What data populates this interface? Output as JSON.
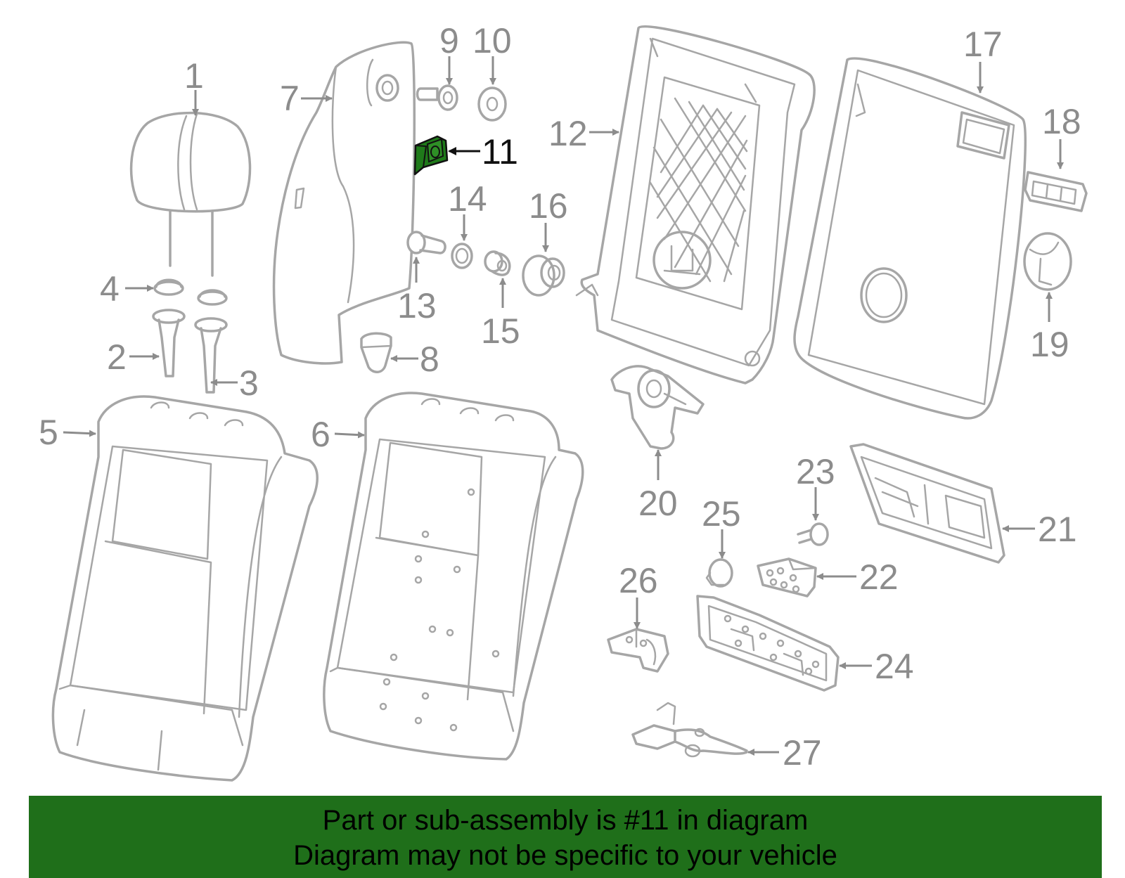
{
  "diagram": {
    "highlight_color": "#1f7a1a",
    "line_color": "#a6a6a6",
    "callouts": [
      "1",
      "2",
      "3",
      "4",
      "5",
      "6",
      "7",
      "8",
      "9",
      "10",
      "11",
      "12",
      "13",
      "14",
      "15",
      "16",
      "17",
      "18",
      "19",
      "20",
      "21",
      "22",
      "23",
      "24",
      "25",
      "26",
      "27"
    ],
    "highlighted": "11"
  },
  "banner": {
    "line1": "Part or sub-assembly is #11 in diagram",
    "line2": "Diagram may not be specific to your vehicle",
    "background": "#1f6f1a"
  }
}
